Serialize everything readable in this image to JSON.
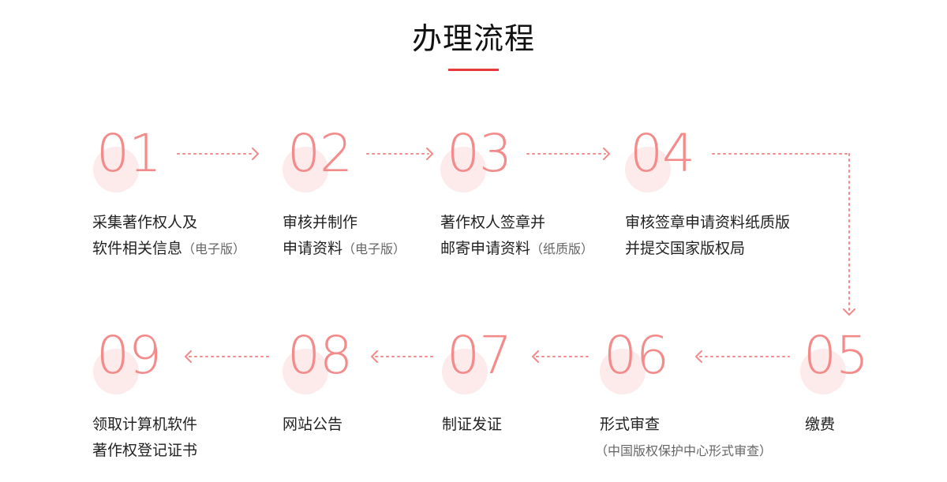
{
  "title": "办理流程",
  "colors": {
    "accent": "#e83a3a",
    "number": "#f38b8b",
    "circle": "#fdeaea"
  },
  "steps": [
    {
      "num": "01",
      "line1": "采集著作权人及",
      "line2": "软件相关信息",
      "note": "（电子版）"
    },
    {
      "num": "02",
      "line1": "审核并制作",
      "line2": "申请资料",
      "note": "（电子版）"
    },
    {
      "num": "03",
      "line1": "著作权人签章并",
      "line2": "邮寄申请资料",
      "note": "（纸质版）"
    },
    {
      "num": "04",
      "line1": "审核签章申请资料纸质版",
      "line2": "并提交国家版权局",
      "note": ""
    },
    {
      "num": "05",
      "line1": "缴费",
      "line2": "",
      "note": ""
    },
    {
      "num": "06",
      "line1": "形式审查",
      "line2": "",
      "note": "（中国版权保护中心形式审查）"
    },
    {
      "num": "07",
      "line1": "制证发证",
      "line2": "",
      "note": ""
    },
    {
      "num": "08",
      "line1": "网站公告",
      "line2": "",
      "note": ""
    },
    {
      "num": "09",
      "line1": "领取计算机软件",
      "line2": "著作权登记证书",
      "note": ""
    }
  ]
}
